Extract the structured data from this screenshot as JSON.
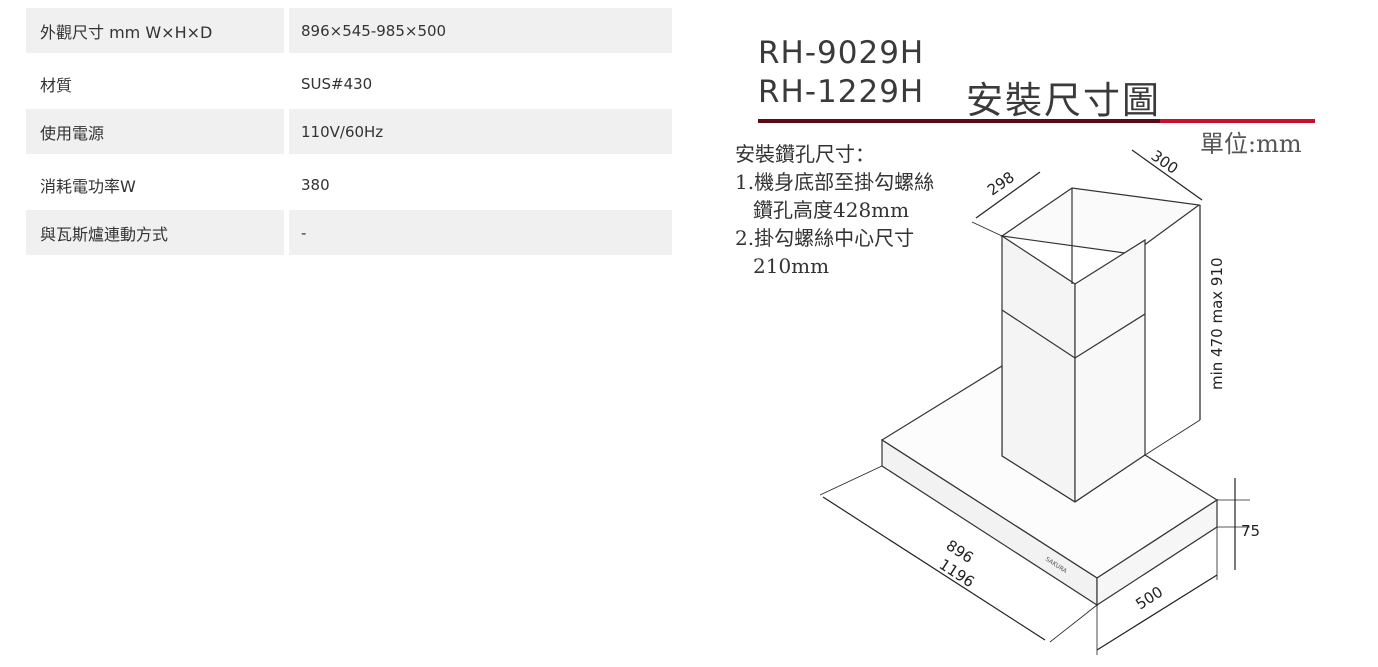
{
  "specs": [
    {
      "label": "外觀尺寸 mm W×H×D",
      "value": "896×545-985×500"
    },
    {
      "label": "材質",
      "value": "SUS#430"
    },
    {
      "label": "使用電源",
      "value": "110V/60Hz"
    },
    {
      "label": "消耗電功率W",
      "value": "380"
    },
    {
      "label": "與瓦斯爐連動方式",
      "value": "-"
    }
  ],
  "diagram": {
    "model_1": "RH-9029H",
    "model_2": "RH-1229H",
    "title": "安裝尺寸圖",
    "unit": "單位:mm",
    "notes": {
      "heading": "安裝鑽孔尺寸：",
      "line1": "1.機身底部至掛勾螺絲",
      "line1b": "鑽孔高度428mm",
      "line2": "2.掛勾螺絲中心尺寸",
      "line2b": "210mm"
    },
    "dims": {
      "top_depth": "300",
      "top_width": "298",
      "height": "min 470 max 910",
      "width_a": "896",
      "width_b": "1196",
      "depth": "500",
      "thickness": "75",
      "brand": "SAKURA"
    },
    "accent_color": "#c8102e"
  }
}
